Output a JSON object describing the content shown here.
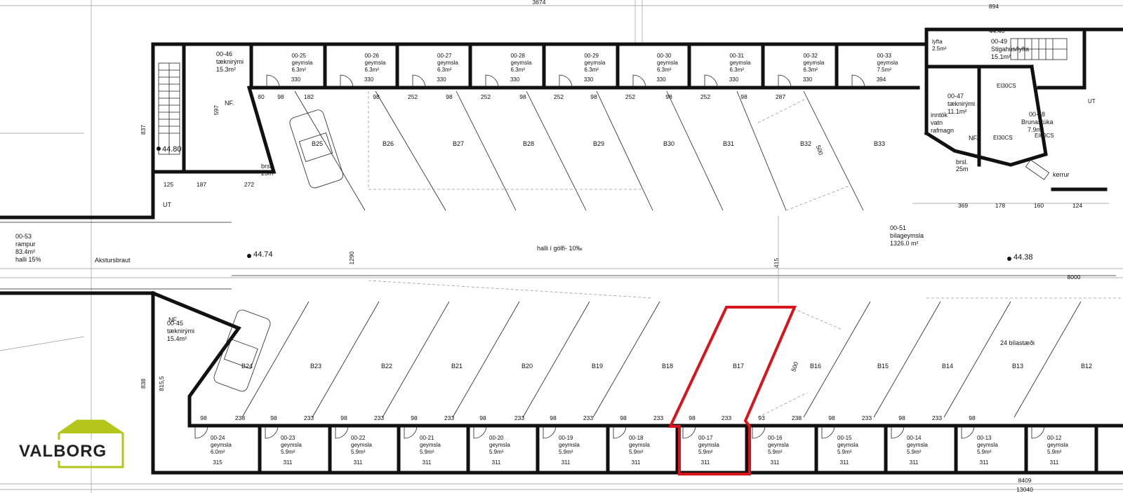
{
  "title_dim_top": "3674",
  "top_right_dim": "894",
  "bottom_dims": {
    "a": "8409",
    "b": "13040",
    "mid_right": "8000"
  },
  "logo": {
    "name": "VALBORG",
    "brand_color": "#b5c61a"
  },
  "highlight_color": "#d8141d",
  "rooms": {
    "r46": [
      "00-46",
      "tæknirými",
      "15.3m²"
    ],
    "r45": [
      "00-45",
      "tæknirými",
      "15.4m²"
    ],
    "r47": [
      "00-47",
      "tæknirými",
      "11.1m²"
    ],
    "r48": [
      "00-48",
      "Brunastúka",
      "7.9m²"
    ],
    "r49": [
      "00-49",
      "Stigahús/lyfta",
      "15.1m²"
    ],
    "r51": [
      "00-51",
      "bílageymsla",
      "1326.0 m²"
    ],
    "r53": [
      "00-53",
      "rampur",
      "83.4m²",
      "halli 15%"
    ],
    "intake": [
      "inntök",
      "vatn",
      "rafmagn"
    ]
  },
  "storage_top": [
    {
      "id": "00-25",
      "area": "6.3m²",
      "w": "330"
    },
    {
      "id": "00-26",
      "area": "6.3m²",
      "w": "330"
    },
    {
      "id": "00-27",
      "area": "6.3m²",
      "w": "330"
    },
    {
      "id": "00-28",
      "area": "6.3m²",
      "w": "330"
    },
    {
      "id": "00-29",
      "area": "6.3m²",
      "w": "330"
    },
    {
      "id": "00-30",
      "area": "6.3m²",
      "w": "330"
    },
    {
      "id": "00-31",
      "area": "6.3m²",
      "w": "330"
    },
    {
      "id": "00-32",
      "area": "6.3m²",
      "w": "330"
    },
    {
      "id": "00-33",
      "area": "7.5m²",
      "w": "394"
    }
  ],
  "storage_bottom": [
    {
      "id": "00-24",
      "area": "6.0m²",
      "w": "315"
    },
    {
      "id": "00-23",
      "area": "5.9m²",
      "w": "311"
    },
    {
      "id": "00-22",
      "area": "5.9m²",
      "w": "311"
    },
    {
      "id": "00-21",
      "area": "5.9m²",
      "w": "311"
    },
    {
      "id": "00-20",
      "area": "5.9m²",
      "w": "311"
    },
    {
      "id": "00-19",
      "area": "5.9m²",
      "w": "311"
    },
    {
      "id": "00-18",
      "area": "5.9m²",
      "w": "311"
    },
    {
      "id": "00-17",
      "area": "5.9m²",
      "w": "311"
    },
    {
      "id": "00-16",
      "area": "5.9m²",
      "w": "311"
    },
    {
      "id": "00-15",
      "area": "5.9m²",
      "w": "311"
    },
    {
      "id": "00-14",
      "area": "5.9m²",
      "w": "311"
    },
    {
      "id": "00-13",
      "area": "5.9m²",
      "w": "311"
    },
    {
      "id": "00-12",
      "area": "5.9m²",
      "w": "311"
    }
  ],
  "storage_word": "geymsla",
  "bays_top": [
    "B25",
    "B26",
    "B27",
    "B28",
    "B29",
    "B30",
    "B31",
    "B32",
    "B33"
  ],
  "bays_bottom": [
    "B24",
    "B23",
    "B22",
    "B21",
    "B20",
    "B19",
    "B18",
    "B17",
    "B16",
    "B15",
    "B14",
    "B13",
    "B12"
  ],
  "labels": {
    "slope": "halli í gólfi- 10‰",
    "level_left": "44.74",
    "level_right": "44.38",
    "level_stair": "44.80",
    "level_top_right": "44.40",
    "akstursbraut": "Akstursbraut",
    "parking_count": "24 bílastæði",
    "kerrur": "kerrur",
    "ut": "UT",
    "nf": "NF.",
    "brsl": [
      "brsl.",
      "25m"
    ],
    "lyfta": [
      "lyfta",
      "2.5m²"
    ],
    "ei30": "EI30CS",
    "ei60": "EI60CS"
  },
  "top_dims": [
    "80",
    "98",
    "182",
    "98",
    "252",
    "98",
    "252",
    "98",
    "252",
    "98",
    "252",
    "98",
    "252",
    "98",
    "287"
  ],
  "bottom_row_dims": [
    "98",
    "238",
    "98",
    "233",
    "98",
    "233",
    "98",
    "233",
    "98",
    "233",
    "98",
    "233",
    "98",
    "233",
    "98",
    "233",
    "93",
    "238",
    "98",
    "233",
    "98",
    "233",
    "98"
  ],
  "side_dims": {
    "left_837": "837",
    "left_838": "838",
    "left_8155": "815,5",
    "d597": "597",
    "d415": "415",
    "d500a": "500",
    "d500b": "500",
    "d1290": "1290"
  },
  "right_dims": [
    "369",
    "178",
    "160",
    "124"
  ],
  "left_dims": [
    "125",
    "187",
    "272"
  ]
}
